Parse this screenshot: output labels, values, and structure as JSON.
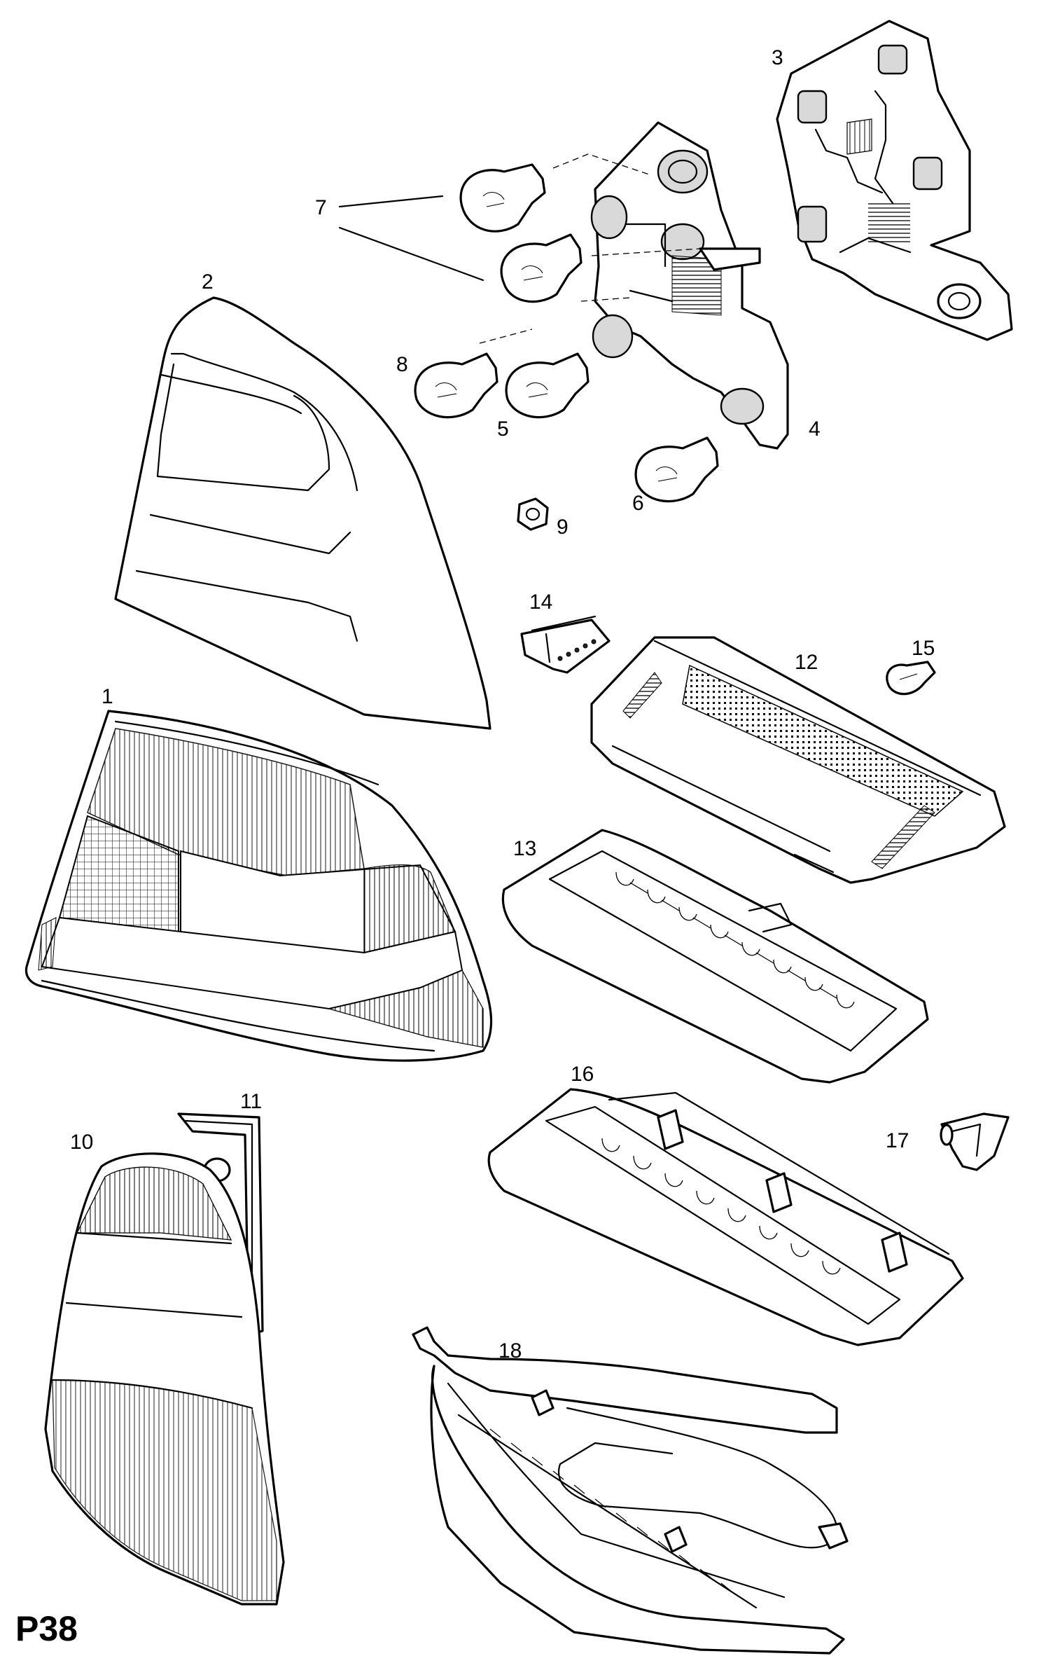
{
  "diagram": {
    "page_id": "P38",
    "callouts": [
      {
        "id": "c1",
        "label": "1"
      },
      {
        "id": "c2",
        "label": "2"
      },
      {
        "id": "c3",
        "label": "3"
      },
      {
        "id": "c4",
        "label": "4"
      },
      {
        "id": "c5",
        "label": "5"
      },
      {
        "id": "c6",
        "label": "6"
      },
      {
        "id": "c7",
        "label": "7"
      },
      {
        "id": "c8",
        "label": "8"
      },
      {
        "id": "c9",
        "label": "9"
      },
      {
        "id": "c10",
        "label": "10"
      },
      {
        "id": "c11",
        "label": "11"
      },
      {
        "id": "c12",
        "label": "12"
      },
      {
        "id": "c13",
        "label": "13"
      },
      {
        "id": "c14",
        "label": "14"
      },
      {
        "id": "c15",
        "label": "15"
      },
      {
        "id": "c16",
        "label": "16"
      },
      {
        "id": "c17",
        "label": "17"
      },
      {
        "id": "c18",
        "label": "18"
      }
    ]
  }
}
